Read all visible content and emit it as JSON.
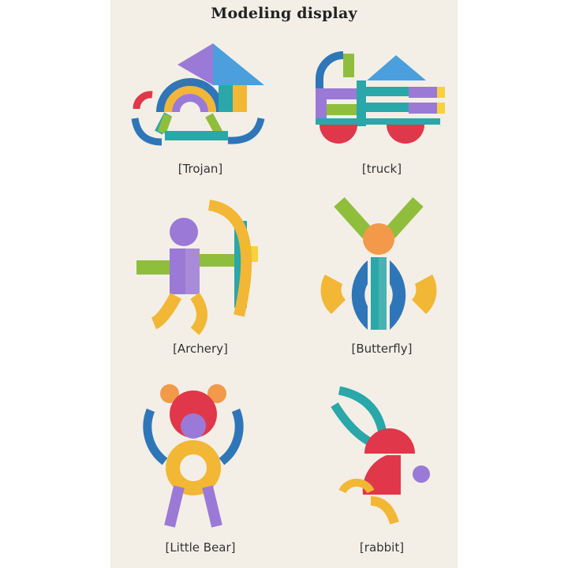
{
  "title": "Modeling display",
  "models": [
    {
      "label": "[Trojan]"
    },
    {
      "label": "[truck]"
    },
    {
      "label": "[Archery]"
    },
    {
      "label": "[Butterfly]"
    },
    {
      "label": "[Little Bear]"
    },
    {
      "label": "[rabbit]"
    }
  ],
  "colors": {
    "background": "#f3efe6",
    "blue": "#2f76b8",
    "sky": "#4a9fdc",
    "teal": "#2aa7a9",
    "green": "#8fbe3d",
    "purple": "#9a7ad6",
    "red": "#e0374a",
    "orange": "#f2994a",
    "yellow": "#f2b734",
    "lemon": "#f7d23a"
  }
}
